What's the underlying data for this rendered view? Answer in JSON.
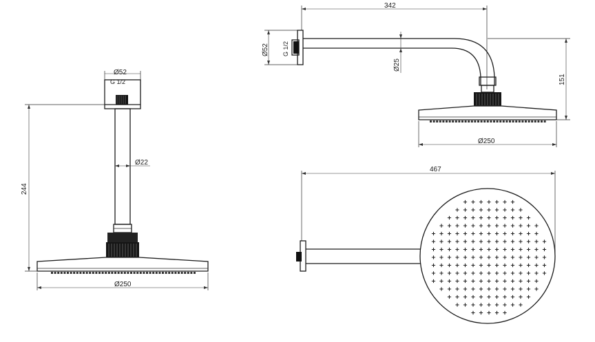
{
  "dimensions": {
    "side_view": {
      "flange_diameter": "Ø52",
      "thread": "G 1/2",
      "height": "244",
      "pipe_diameter": "Ø22",
      "head_diameter": "Ø250"
    },
    "wall_arm_side": {
      "arm_length": "342",
      "flange_diameter": "Ø52",
      "thread": "G 1/2",
      "pipe_diameter": "Ø25",
      "drop": "151",
      "head_diameter": "Ø250"
    },
    "top_view": {
      "overall_length": "467"
    }
  }
}
